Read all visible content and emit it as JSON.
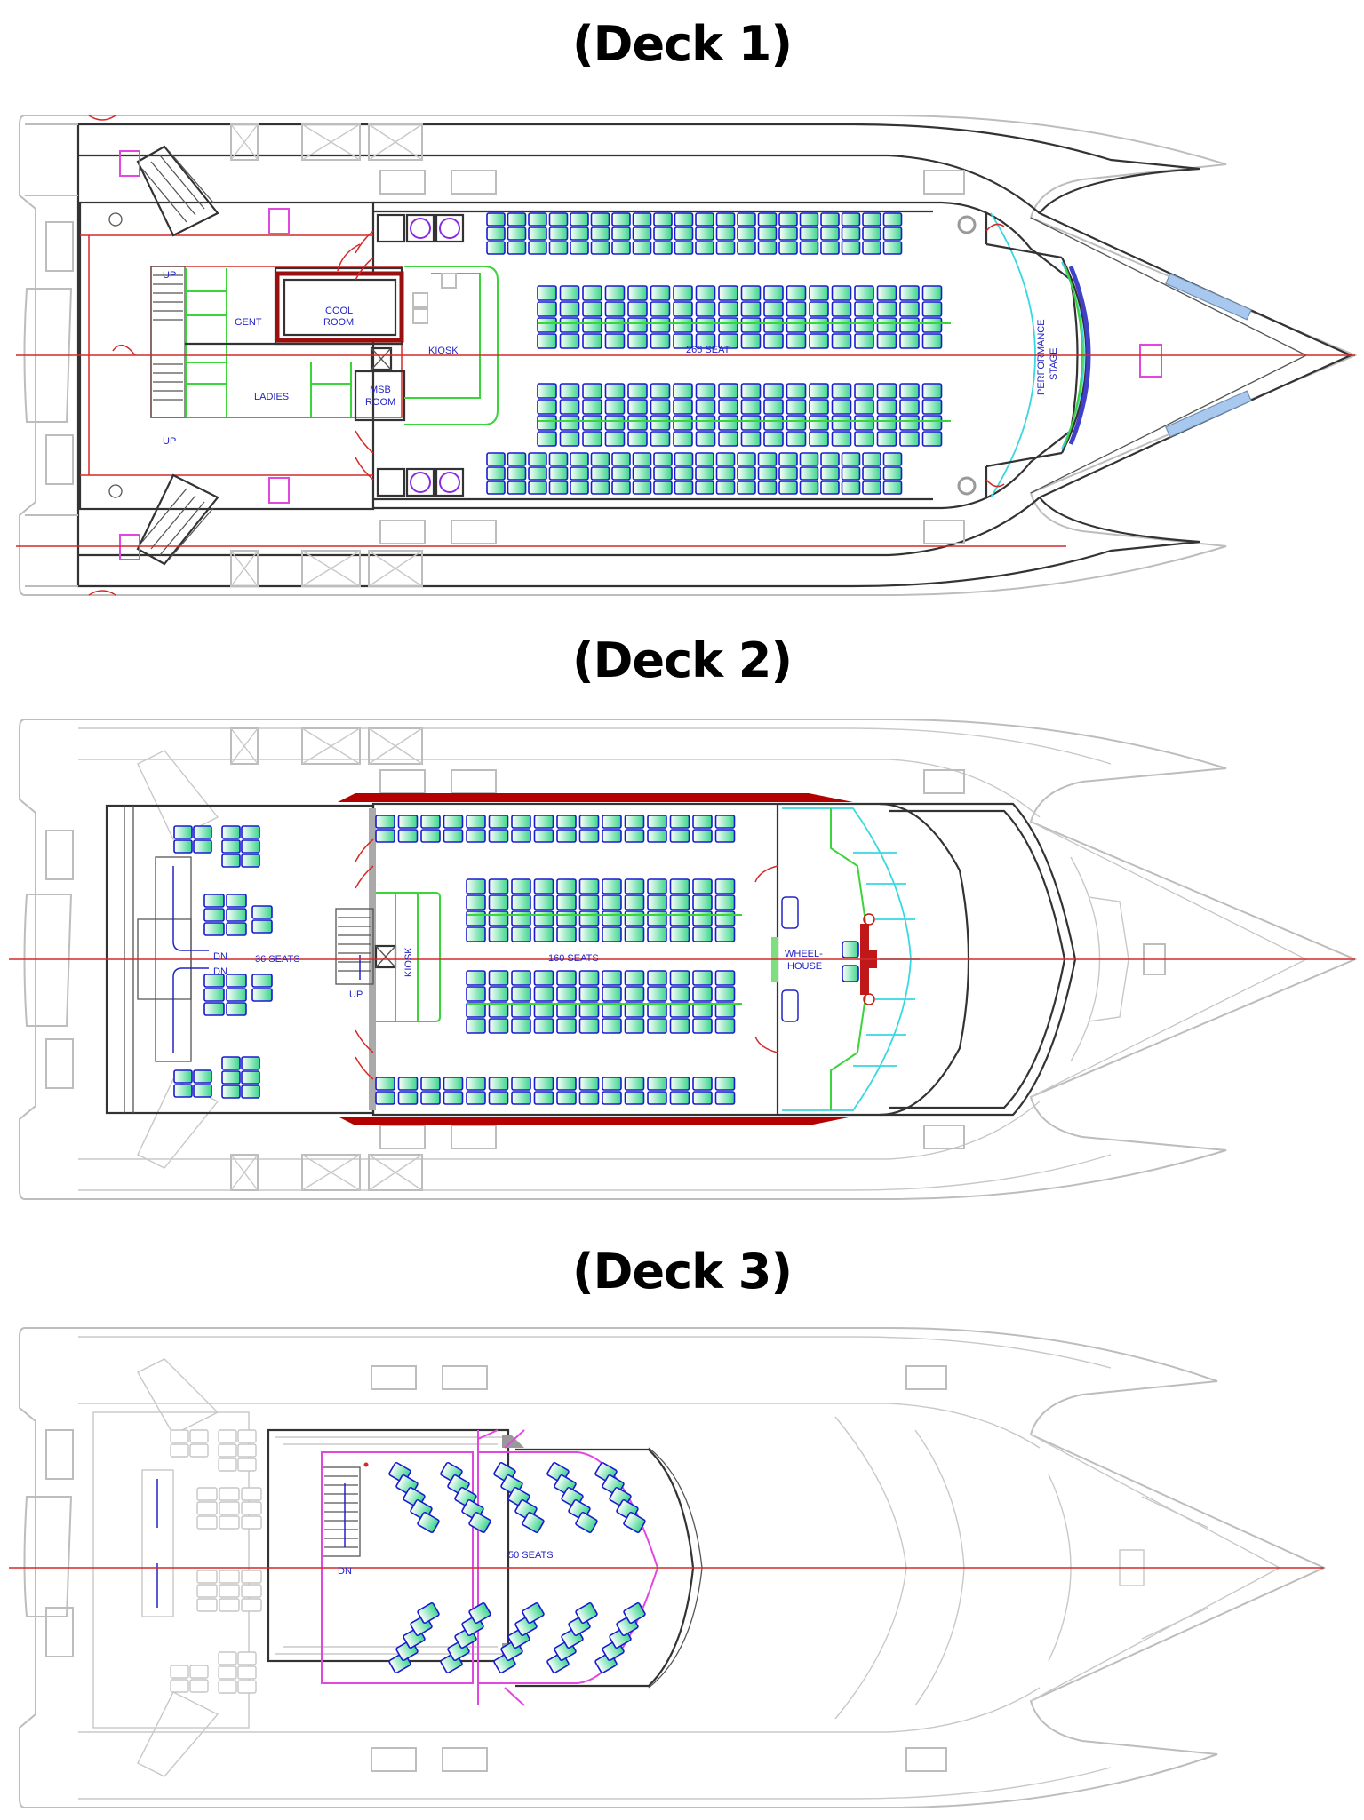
{
  "decks": [
    {
      "title": "(Deck 1)",
      "labels": {
        "up_top": "UP",
        "up_bottom": "UP",
        "gent": "GENT",
        "ladies": "LADIES",
        "cool_room_1": "COOL",
        "cool_room_2": "ROOM",
        "msb_room_1": "MSB",
        "msb_room_2": "ROOM",
        "kiosk": "KIOSK",
        "seat_count": "266 SEAT",
        "stage_1": "PERFORMANCE",
        "stage_2": "STAGE"
      }
    },
    {
      "title": "(Deck 2)",
      "labels": {
        "dn_top": "DN",
        "dn_bottom": "DN",
        "aft_seat_count": "36 SEATS",
        "kiosk": "KIOSK",
        "up": "UP",
        "main_seat_count": "160 SEATS",
        "wheelhouse_1": "WHEEL-",
        "wheelhouse_2": "HOUSE"
      }
    },
    {
      "title": "(Deck 3)",
      "labels": {
        "dn": "DN",
        "seat_count": "50 SEATS"
      }
    }
  ],
  "colors": {
    "seat_stroke": "#1a1ad0",
    "seat_fill_light": "#ffffff",
    "seat_fill_dark": "#3cd68c",
    "centerline": "#d42a2a",
    "bulwark_red": "#b30000",
    "accent_green": "#3bd43b",
    "accent_cyan": "#38d8e0",
    "accent_magenta": "#e048e0",
    "label_blue": "#2323c8"
  }
}
